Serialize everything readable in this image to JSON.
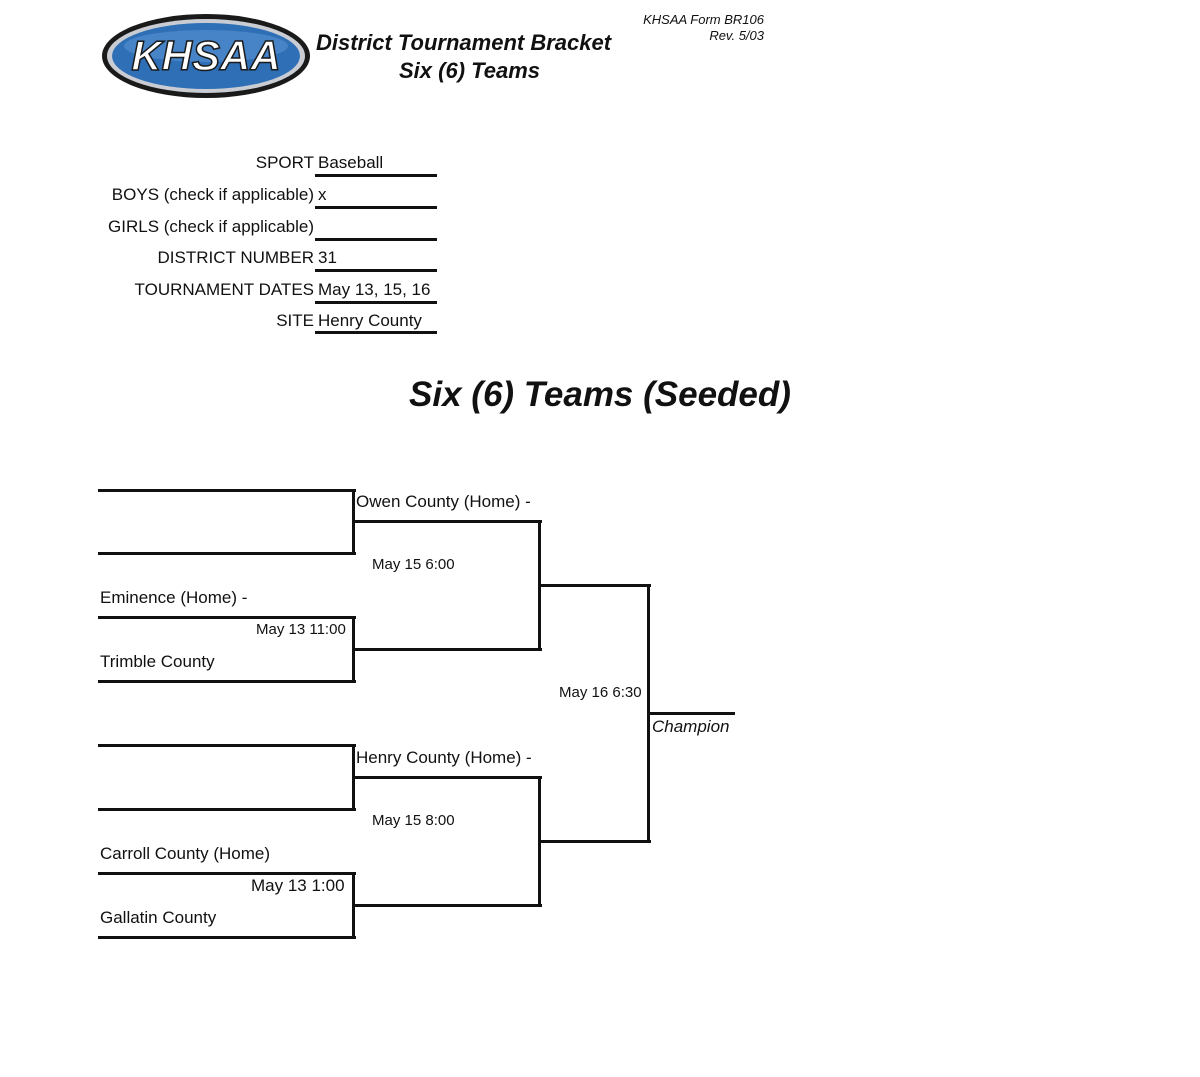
{
  "header": {
    "logo_text": "KHSAA",
    "title_line1": "District Tournament Bracket",
    "title_line2": "Six (6) Teams",
    "form_ref": "KHSAA Form BR106",
    "revision": "Rev. 5/03"
  },
  "form": {
    "sport_label": "SPORT",
    "sport_value": "Baseball",
    "boys_label": "BOYS (check if applicable)",
    "boys_value": "x",
    "girls_label": "GIRLS (check if applicable)",
    "girls_value": "",
    "district_label": "DISTRICT NUMBER",
    "district_value": "31",
    "dates_label": "TOURNAMENT DATES",
    "dates_value": "May 13, 15, 16",
    "site_label": "SITE",
    "site_value": "Henry County"
  },
  "bracket": {
    "title": "Six (6) Teams (Seeded)",
    "top_bye_team": "Owen County (Home) -",
    "game1_team1": "Eminence (Home) -",
    "game1_time": "May 13 11:00",
    "game1_team2": "Trimble County",
    "semi1_time": "May 15 6:00",
    "bottom_bye_team": "Henry County (Home) -",
    "game2_team1": "Carroll County (Home)",
    "game2_time": "May 13 1:00",
    "game2_team2": "Gallatin County",
    "semi2_time": "May 15 8:00",
    "final_time": "May 16 6:30",
    "champion_label": "Champion"
  },
  "colors": {
    "logo_blue": "#2f6fb6",
    "logo_dark": "#1a1a1a",
    "line": "#111111"
  }
}
